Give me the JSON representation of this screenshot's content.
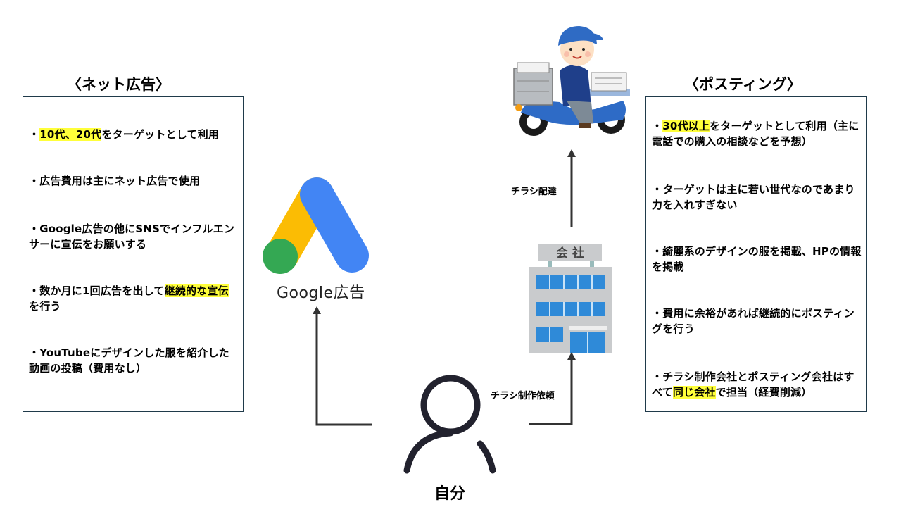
{
  "left_panel": {
    "title": "〈ネット広告〉",
    "items": [
      {
        "parts": [
          {
            "text": "・",
            "hl": false
          },
          {
            "text": "10代、20代",
            "hl": true
          },
          {
            "text": "をターゲットとして利用",
            "hl": false
          }
        ]
      },
      {
        "parts": [
          {
            "text": "・広告費用は主にネット広告で使用",
            "hl": false
          }
        ]
      },
      {
        "parts": [
          {
            "text": "・Google広告の他にSNSでインフルエンサーに宣伝をお願いする",
            "hl": false
          }
        ]
      },
      {
        "parts": [
          {
            "text": "・数か月に1回広告を出して",
            "hl": false
          },
          {
            "text": "継続的な宣伝",
            "hl": true
          },
          {
            "text": "を行う",
            "hl": false
          }
        ]
      },
      {
        "parts": [
          {
            "text": "・YouTubeにデザインした服を紹介した動画の投稿（費用なし）",
            "hl": false
          }
        ]
      }
    ]
  },
  "right_panel": {
    "title": "〈ポスティング〉",
    "items": [
      {
        "parts": [
          {
            "text": "・",
            "hl": false
          },
          {
            "text": "30代以上",
            "hl": true
          },
          {
            "text": "をターゲットとして利用（主に電話での購入の相談などを予想）",
            "hl": false
          }
        ]
      },
      {
        "parts": [
          {
            "text": "・ターゲットは主に若い世代なのであまり力を入れすぎない",
            "hl": false
          }
        ]
      },
      {
        "parts": [
          {
            "text": "・綺麗系のデザインの服を掲載、HPの情報を掲載",
            "hl": false
          }
        ]
      },
      {
        "parts": [
          {
            "text": "・費用に余裕があれば継続的にポスティングを行う",
            "hl": false
          }
        ]
      },
      {
        "parts": [
          {
            "text": "・チラシ制作会社とポスティング会社はすべて",
            "hl": false
          },
          {
            "text": "同じ会社",
            "hl": true
          },
          {
            "text": "で担当（経費削減）",
            "hl": false
          }
        ]
      }
    ]
  },
  "google_ads": {
    "label": "Google広告",
    "icon": "google-ads-logo"
  },
  "company": {
    "sign": "会 社",
    "icon": "office-building"
  },
  "delivery": {
    "icon": "delivery-scooter-person"
  },
  "arrows": {
    "to_delivery": "チラシ配達",
    "to_company": "チラシ制作依頼"
  },
  "self": {
    "label": "自分",
    "icon": "person-outline"
  },
  "colors": {
    "highlight": "#ffff3a",
    "box_border": "#1f3a4a",
    "arrow": "#333333",
    "google_blue": "#4285f4",
    "google_yellow": "#fbbc04",
    "google_green": "#34a853",
    "building_glass": "#2f8ad8"
  }
}
